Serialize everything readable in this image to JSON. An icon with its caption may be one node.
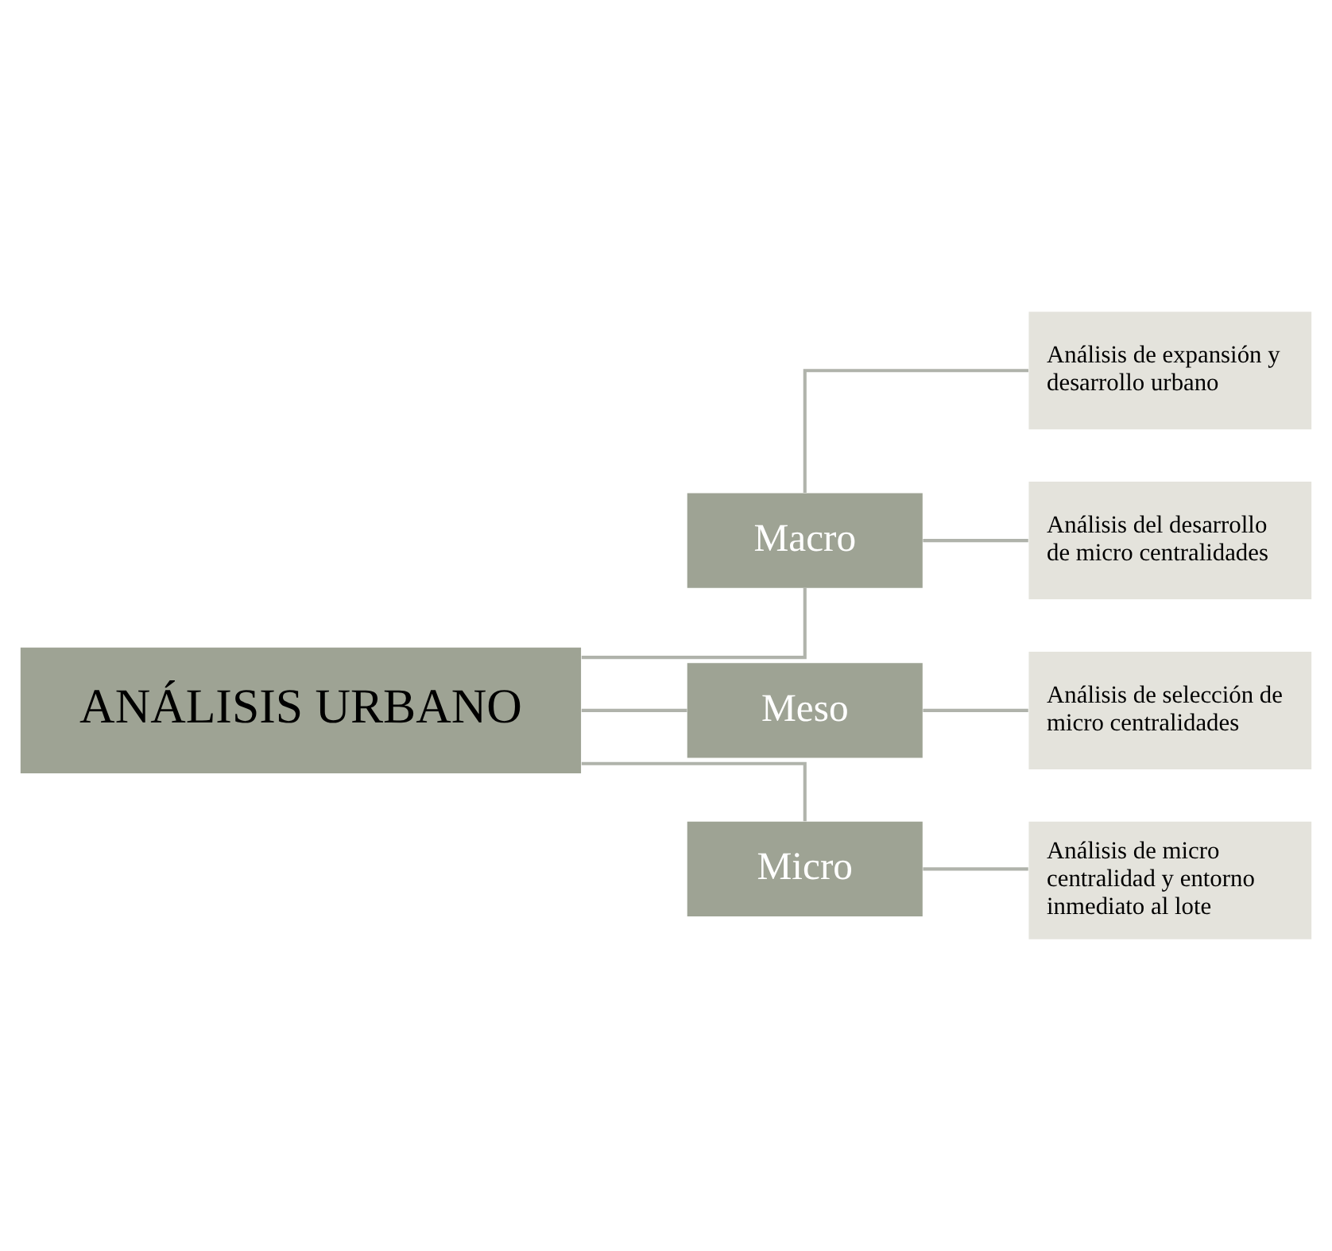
{
  "diagram": {
    "nodes": [
      {
        "text": [
          "ANÁLISIS URBANO"
        ]
      },
      {
        "text": [
          "Macro"
        ]
      },
      {
        "text": [
          "Análisis de expansión y desarrollo urbano"
        ]
      },
      {
        "text": [
          "Análisis del desarrollo de micro centralidades"
        ]
      },
      {
        "text": [
          "Meso"
        ]
      },
      {
        "text": [
          "Análisis de selección de micro centralidades"
        ]
      },
      {
        "text": [
          "Micro"
        ]
      },
      {
        "text": [
          "Análisis de micro centralidad y entorno inmediato al lote"
        ]
      }
    ],
    "edges": [
      {
        "from": 0,
        "to": 1,
        "arrow": "none"
      },
      {
        "from": 0,
        "to": 4,
        "arrow": "none"
      },
      {
        "from": 0,
        "to": 6,
        "arrow": "none"
      },
      {
        "from": 1,
        "to": 2,
        "arrow": "none"
      },
      {
        "from": 1,
        "to": 3,
        "arrow": "none"
      },
      {
        "from": 4,
        "to": 5,
        "arrow": "none"
      },
      {
        "from": 6,
        "to": 7,
        "arrow": "none"
      }
    ]
  }
}
